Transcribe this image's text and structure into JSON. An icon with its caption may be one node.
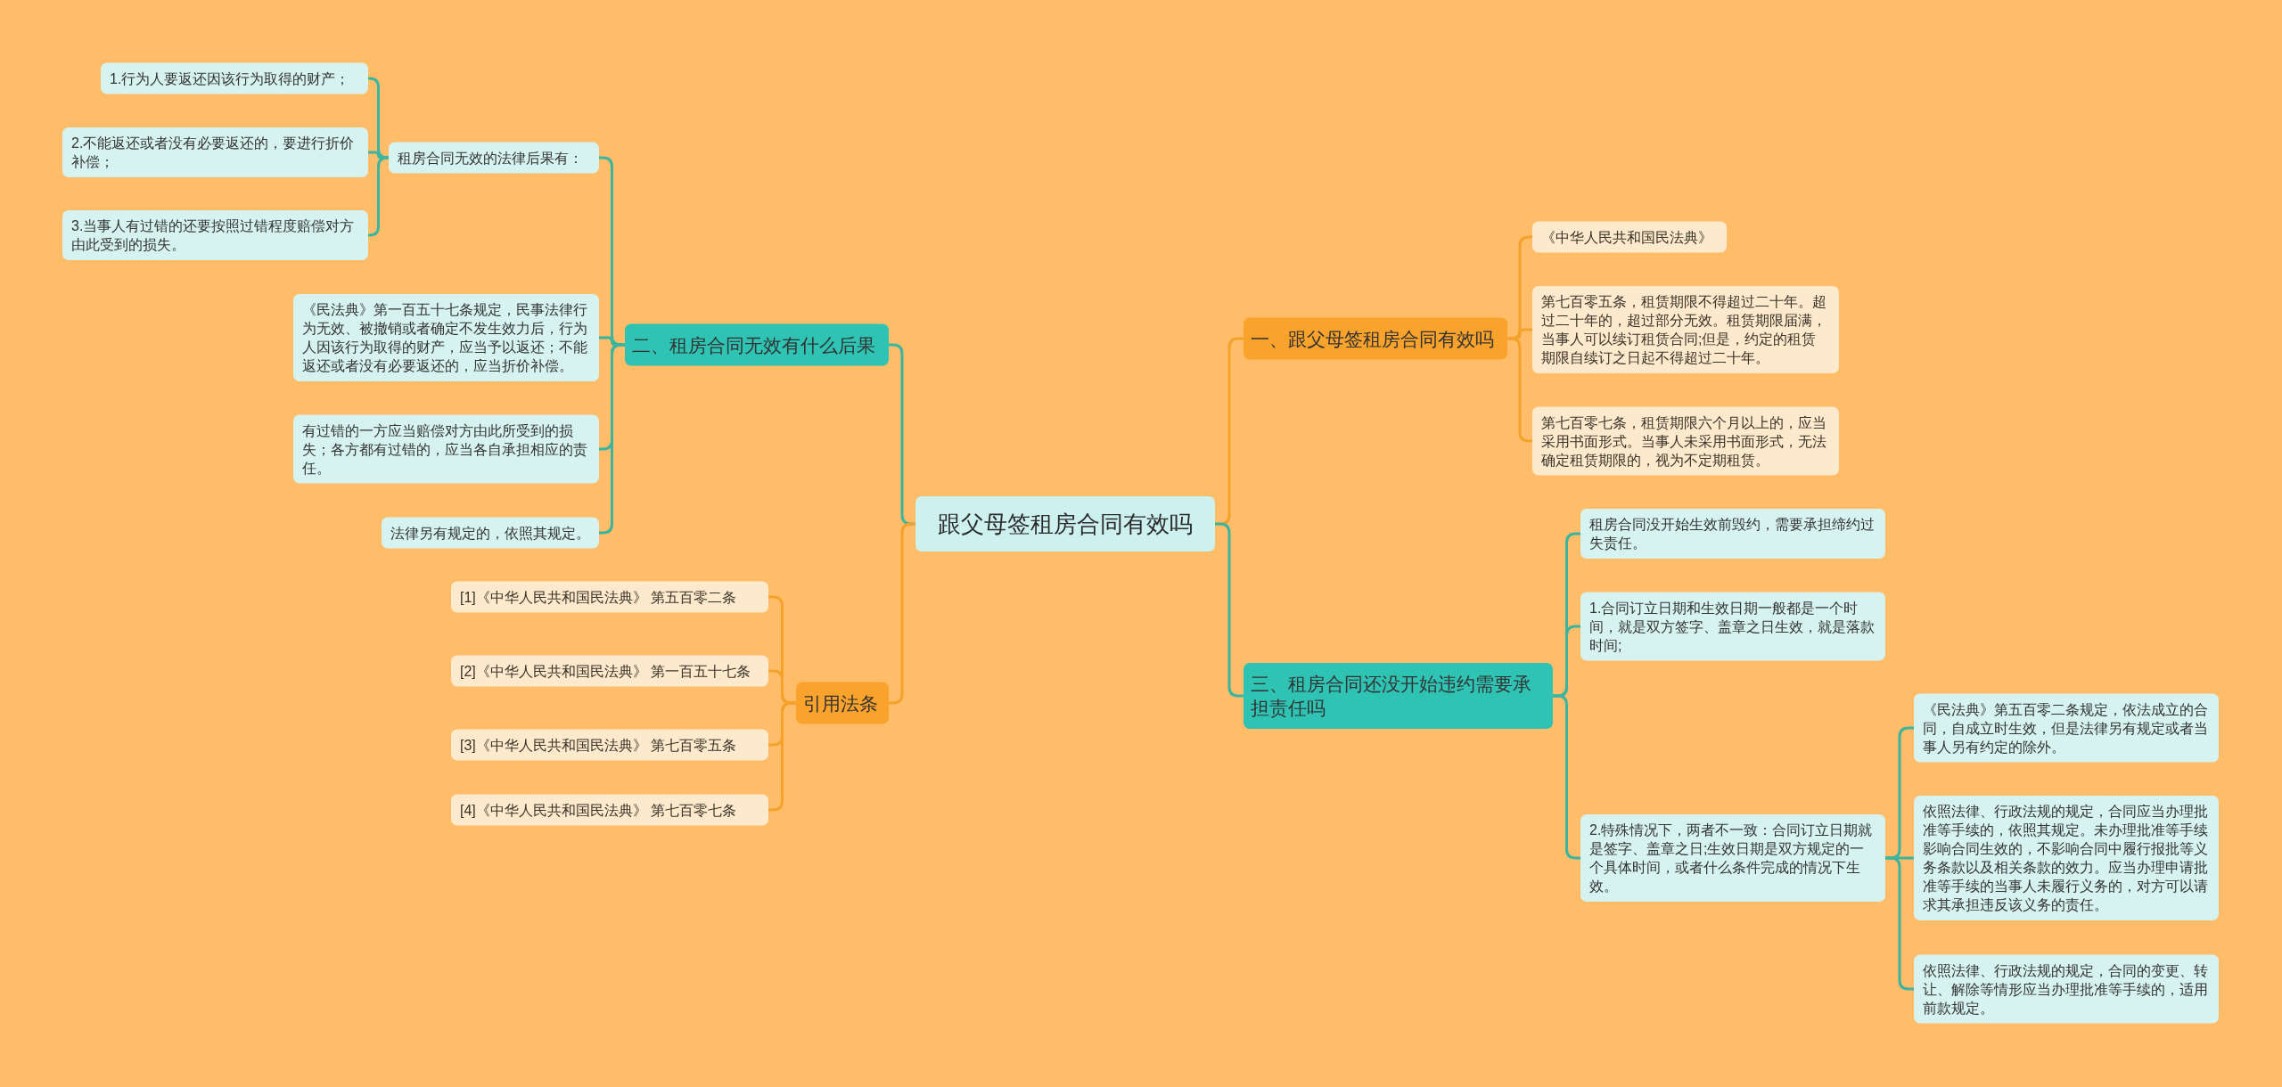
{
  "diagram": {
    "nodes": [
      {
        "text": [
          "跟父母签租房合同有效吗"
        ]
      },
      {
        "text": [
          "二、租房合同无效有什么后果"
        ]
      },
      {
        "text": [
          "租房合同无效的法律后果有："
        ]
      },
      {
        "text": [
          "1.行为人要返还因该行为取得的财产；"
        ]
      },
      {
        "text": [
          "2.不能返还或者没有必要返还的，要进行折价补偿；"
        ]
      },
      {
        "text": [
          "3.当事人有过错的还要按照过错程度赔偿对方由此受到的损失。"
        ]
      },
      {
        "text": [
          "《民法典》第一百五十七条规定，民事法律行为无效、被撤销或者确定不发生效力后，行为人因该行为取得的财产，应当予以返还；不能返还或者没有必要返还的，应当折价补偿。"
        ]
      },
      {
        "text": [
          "有过错的一方应当赔偿对方由此所受到的损失；各方都有过错的，应当各自承担相应的责任。"
        ]
      },
      {
        "text": [
          "法律另有规定的，依照其规定。"
        ]
      },
      {
        "text": [
          "引用法条"
        ]
      },
      {
        "text": [
          "[1]《中华人民共和国民法典》 第五百零二条"
        ]
      },
      {
        "text": [
          "[2]《中华人民共和国民法典》 第一百五十七条"
        ]
      },
      {
        "text": [
          "[3]《中华人民共和国民法典》 第七百零五条"
        ]
      },
      {
        "text": [
          "[4]《中华人民共和国民法典》 第七百零七条"
        ]
      },
      {
        "text": [
          "一、跟父母签租房合同有效吗"
        ]
      },
      {
        "text": [
          "《中华人民共和国民法典》"
        ]
      },
      {
        "text": [
          "第七百零五条，租赁期限不得超过二十年。超过二十年的，超过部分无效。租赁期限届满，当事人可以续订租赁合同;但是，约定的租赁期限自续订之日起不得超过二十年。"
        ]
      },
      {
        "text": [
          "第七百零七条，租赁期限六个月以上的，应当采用书面形式。当事人未采用书面形式，无法确定租赁期限的，视为不定期租赁。"
        ]
      },
      {
        "text": [
          "三、租房合同还没开始违约需要承担责任吗"
        ]
      },
      {
        "text": [
          "租房合同没开始生效前毁约，需要承担缔约过失责任。"
        ]
      },
      {
        "text": [
          "1.合同订立日期和生效日期一般都是一个时间，就是双方签字、盖章之日生效，就是落款时间;"
        ]
      },
      {
        "text": [
          "2.特殊情况下，两者不一致：合同订立日期就是签字、盖章之日;生效日期是双方规定的一个具体时间，或者什么条件完成的情况下生效。"
        ]
      },
      {
        "text": [
          "《民法典》第五百零二条规定，依法成立的合同，自成立时生效，但是法律另有规定或者当事人另有约定的除外。"
        ]
      },
      {
        "text": [
          "依照法律、行政法规的规定，合同应当办理批准等手续的，依照其规定。未办理批准等手续影响合同生效的，不影响合同中履行报批等义务条款以及相关条款的效力。应当办理申请批准等手续的当事人未履行义务的，对方可以请求其承担违反该义务的责任。"
        ]
      },
      {
        "text": [
          "依照法律、行政法规的规定，合同的变更、转让、解除等情形应当办理批准等手续的，适用前款规定。"
        ]
      }
    ],
    "edges": [
      {
        "from": 0,
        "to": 1,
        "arrow": "none"
      },
      {
        "from": 1,
        "to": 2,
        "arrow": "none"
      },
      {
        "from": 2,
        "to": 3,
        "arrow": "none"
      },
      {
        "from": 2,
        "to": 4,
        "arrow": "none"
      },
      {
        "from": 2,
        "to": 5,
        "arrow": "none"
      },
      {
        "from": 1,
        "to": 6,
        "arrow": "none"
      },
      {
        "from": 1,
        "to": 7,
        "arrow": "none"
      },
      {
        "from": 1,
        "to": 8,
        "arrow": "none"
      },
      {
        "from": 0,
        "to": 9,
        "arrow": "none",
        "color": "#f5a22d"
      },
      {
        "from": 9,
        "to": 10,
        "arrow": "none",
        "color": "#f5a22d"
      },
      {
        "from": 9,
        "to": 11,
        "arrow": "none",
        "color": "#f5a22d"
      },
      {
        "from": 9,
        "to": 12,
        "arrow": "none",
        "color": "#f5a22d"
      },
      {
        "from": 9,
        "to": 13,
        "arrow": "none",
        "color": "#f5a22d"
      },
      {
        "from": 0,
        "to": 14,
        "arrow": "none",
        "color": "#f5a22d"
      },
      {
        "from": 14,
        "to": 15,
        "arrow": "none",
        "color": "#f5a22d"
      },
      {
        "from": 14,
        "to": 16,
        "arrow": "none",
        "color": "#f5a22d"
      },
      {
        "from": 14,
        "to": 17,
        "arrow": "none",
        "color": "#f5a22d"
      },
      {
        "from": 0,
        "to": 18,
        "arrow": "none"
      },
      {
        "from": 18,
        "to": 19,
        "arrow": "none"
      },
      {
        "from": 18,
        "to": 20,
        "arrow": "none"
      },
      {
        "from": 18,
        "to": 21,
        "arrow": "none"
      },
      {
        "from": 21,
        "to": 22,
        "arrow": "none"
      },
      {
        "from": 21,
        "to": 23,
        "arrow": "none"
      },
      {
        "from": 21,
        "to": 24,
        "arrow": "none"
      }
    ]
  }
}
